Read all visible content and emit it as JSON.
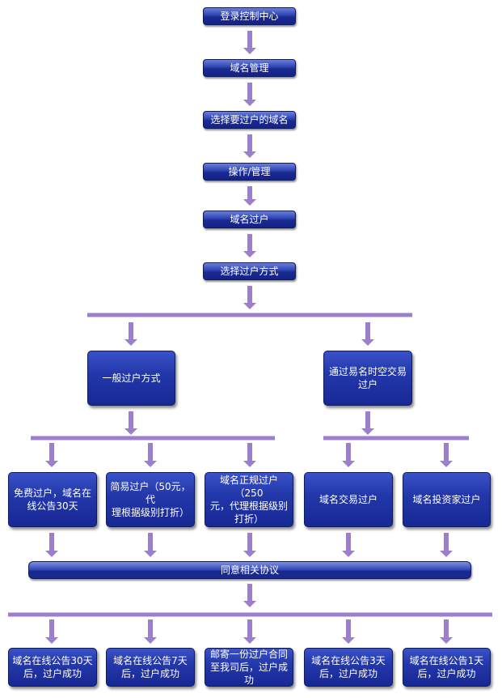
{
  "colors": {
    "arrow": "#9b7fcc",
    "box_top": "#6a7fd8",
    "box_bottom": "#152287",
    "text": "#ffffff"
  },
  "flow": {
    "step1": "登录控制中心",
    "step2": "域名管理",
    "step3": "选择要过户的域名",
    "step4": "操作/管理",
    "step5": "域名过户",
    "step6": "选择过户方式"
  },
  "methods": {
    "general": "一般过户方式",
    "trade": "通过易名时空交易\n过户"
  },
  "options": {
    "free": "免费过户，域名在\n线公告30天",
    "simple": "简易过户（50元，代\n理根据级别打折）",
    "formal": "域名正规过户（250\n元，代理根据级别\n打折）",
    "domain_trade": "域名交易过户",
    "investor": "域名投资家过户"
  },
  "agree": "同意相关协议",
  "results": {
    "r30": "域名在线公告30天\n后，过户成功",
    "r7": "域名在线公告7天\n后，过户成功",
    "mail": "邮寄一份过户合同\n至我司后，过户成功",
    "r3": "域名在线公告3天\n后，过户成功",
    "r1": "域名在线公告1天\n后，过户成功"
  }
}
